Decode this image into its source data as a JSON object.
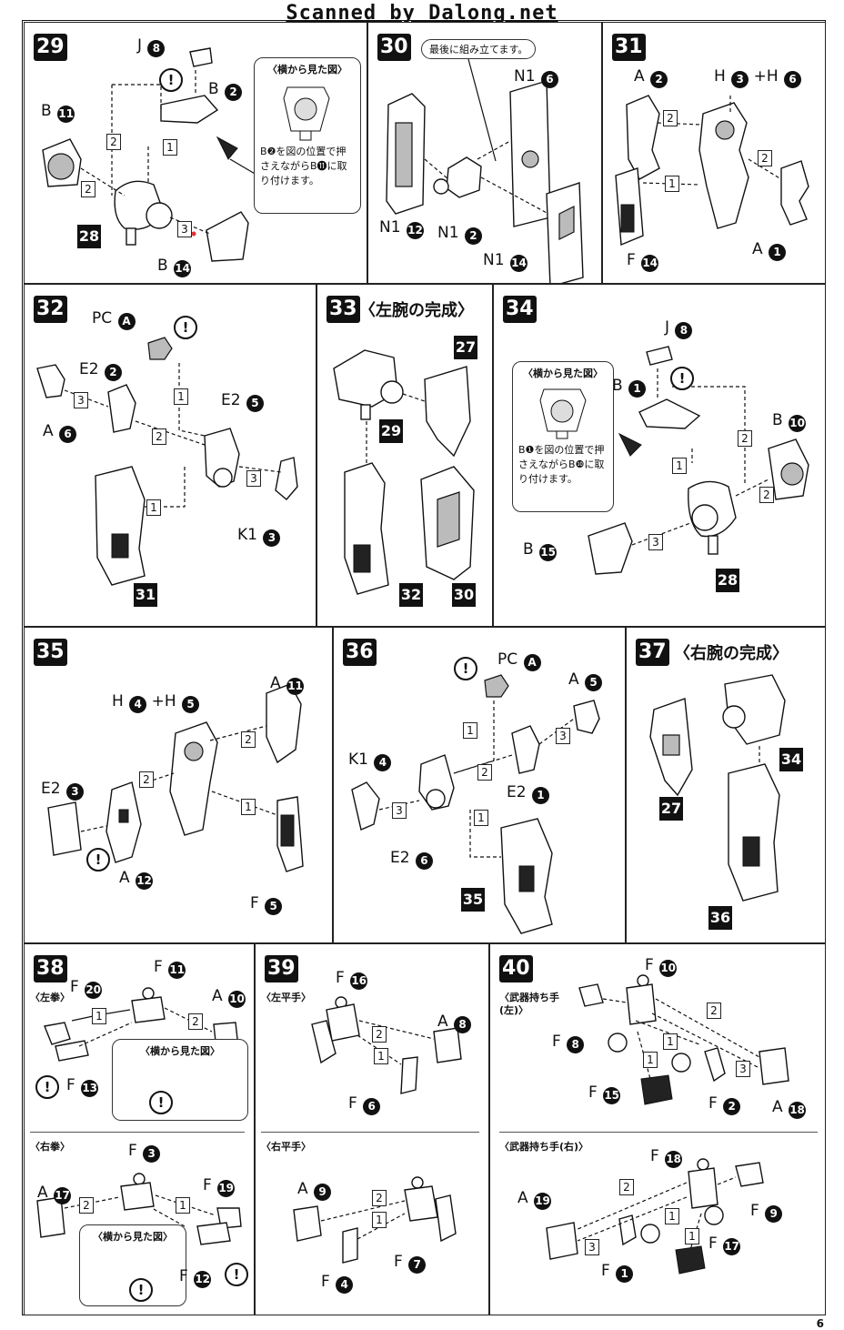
{
  "watermark": "Scanned by Dalong.net",
  "page_number": "6",
  "steps": {
    "s29": {
      "num": "29",
      "note_title": "〈横から見た図〉",
      "note_body": "B❷を図の位置で押さえながらB⓫に取り付けます。",
      "labels": {
        "j8": "J",
        "j8n": "8",
        "b2": "B",
        "b2n": "2",
        "b11": "B",
        "b11n": "11",
        "b14": "B",
        "b14n": "14",
        "ref": "28"
      },
      "nums": [
        "2",
        "1",
        "2",
        "3"
      ]
    },
    "s30": {
      "num": "30",
      "bubble": "最後に組み立てます。",
      "labels": {
        "n1_6": "N1",
        "n1_6n": "6",
        "n1_12": "N1",
        "n1_12n": "12",
        "n1_2": "N1",
        "n1_2n": "2",
        "n1_14": "N1",
        "n1_14n": "14"
      }
    },
    "s31": {
      "num": "31",
      "labels": {
        "a2": "A",
        "a2n": "2",
        "h": "H",
        "h3": "3",
        "plus": "+H",
        "h6": "6",
        "f14": "F",
        "f14n": "14",
        "a1": "A",
        "a1n": "1"
      },
      "nums": [
        "2",
        "1",
        "2"
      ]
    },
    "s32": {
      "num": "32",
      "labels": {
        "pc": "PC",
        "pcA": "A",
        "e2_2": "E2",
        "e2_2n": "2",
        "e2_5": "E2",
        "e2_5n": "5",
        "a6": "A",
        "a6n": "6",
        "k1": "K1",
        "k1n": "3",
        "ref": "31"
      },
      "nums": [
        "3",
        "1",
        "2",
        "3",
        "1"
      ]
    },
    "s33": {
      "num": "33",
      "title": "〈左腕の完成〉",
      "refs": [
        "27",
        "29",
        "32",
        "30"
      ]
    },
    "s34": {
      "num": "34",
      "note_title": "〈横から見た図〉",
      "note_body": "B❶を図の位置で押さえながらB❿に取り付けます。",
      "labels": {
        "j8": "J",
        "j8n": "8",
        "b1": "B",
        "b1n": "1",
        "b10": "B",
        "b10n": "10",
        "b15": "B",
        "b15n": "15",
        "ref": "28"
      },
      "nums": [
        "2",
        "1",
        "2",
        "3"
      ]
    },
    "s35": {
      "num": "35",
      "labels": {
        "h": "H",
        "h4": "4",
        "plus": "+H",
        "h5": "5",
        "a11": "A",
        "a11n": "11",
        "e2": "E2",
        "e2n": "3",
        "a12": "A",
        "a12n": "12",
        "f5": "F",
        "f5n": "5"
      },
      "nums": [
        "2",
        "2",
        "1"
      ]
    },
    "s36": {
      "num": "36",
      "labels": {
        "pc": "PC",
        "pcA": "A",
        "a5": "A",
        "a5n": "5",
        "k1": "K1",
        "k1n": "4",
        "e2_1": "E2",
        "e2_1n": "1",
        "e2_6": "E2",
        "e2_6n": "6",
        "ref": "35"
      },
      "nums": [
        "1",
        "3",
        "2",
        "3",
        "1"
      ]
    },
    "s37": {
      "num": "37",
      "title": "〈右腕の完成〉",
      "refs": [
        "34",
        "27",
        "36"
      ]
    },
    "s38": {
      "num": "38",
      "sub1": "〈左拳〉",
      "sub2": "〈右拳〉",
      "side1": "〈横から見た図〉",
      "side2": "〈横から見た図〉",
      "labels": {
        "f11": "F",
        "f11n": "11",
        "f20": "F",
        "f20n": "20",
        "a10": "A",
        "a10n": "10",
        "f13": "F",
        "f13n": "13",
        "f3": "F",
        "f3n": "3",
        "a17": "A",
        "a17n": "17",
        "f19": "F",
        "f19n": "19",
        "f12": "F",
        "f12n": "12"
      },
      "nums": [
        "1",
        "2",
        "2",
        "1"
      ]
    },
    "s39": {
      "num": "39",
      "sub1": "〈左平手〉",
      "sub2": "〈右平手〉",
      "labels": {
        "f16": "F",
        "f16n": "16",
        "a8": "A",
        "a8n": "8",
        "f6": "F",
        "f6n": "6",
        "a9": "A",
        "a9n": "9",
        "f7": "F",
        "f7n": "7",
        "f4": "F",
        "f4n": "4"
      },
      "nums": [
        "2",
        "1",
        "2",
        "1"
      ]
    },
    "s40": {
      "num": "40",
      "sub1": "〈武器持ち手(左)〉",
      "sub2": "〈武器持ち手(右)〉",
      "labels": {
        "f10": "F",
        "f10n": "10",
        "f8": "F",
        "f8n": "8",
        "f2": "F",
        "f2n": "2",
        "a18": "A",
        "a18n": "18",
        "f15": "F",
        "f15n": "15",
        "f18": "F",
        "f18n": "18",
        "a19": "A",
        "a19n": "19",
        "f9": "F",
        "f9n": "9",
        "f1": "F",
        "f1n": "1",
        "f17": "F",
        "f17n": "17"
      },
      "nums": [
        "2",
        "1",
        "1",
        "3",
        "2",
        "1",
        "3",
        "1"
      ]
    }
  }
}
